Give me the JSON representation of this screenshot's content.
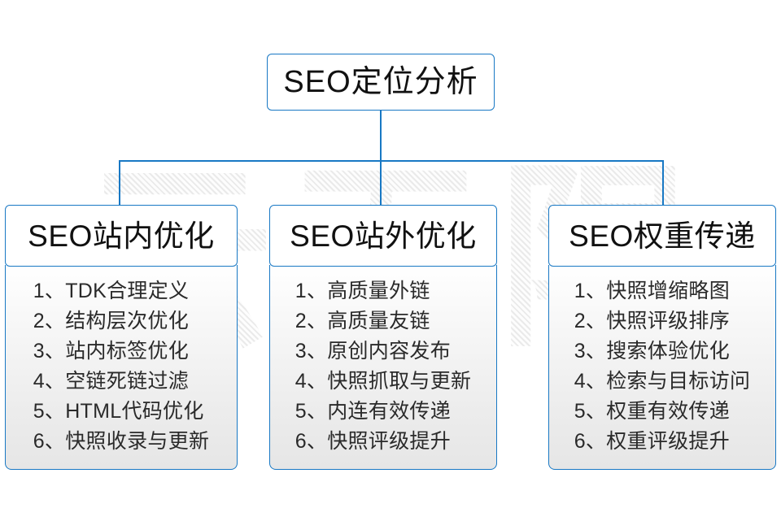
{
  "diagram": {
    "title": "SEO定位分析",
    "watermark": "云无限",
    "accent_color": "#1878c4",
    "text_color": "#111111",
    "body_text_color": "#2a2a2a",
    "root": {
      "label": "SEO定位分析"
    },
    "branches": [
      {
        "id": "seo-onsite",
        "header": "SEO站内优化",
        "items": [
          {
            "num": "1、",
            "text": "TDK合理定义"
          },
          {
            "num": "2、",
            "text": "结构层次优化"
          },
          {
            "num": "3、",
            "text": "站内标签优化"
          },
          {
            "num": "4、",
            "text": "空链死链过滤"
          },
          {
            "num": "5、",
            "text": "HTML代码优化"
          },
          {
            "num": "6、",
            "text": "快照收录与更新"
          }
        ]
      },
      {
        "id": "seo-offsite",
        "header": "SEO站外优化",
        "items": [
          {
            "num": "1、",
            "text": "高质量外链"
          },
          {
            "num": "2、",
            "text": "高质量友链"
          },
          {
            "num": "3、",
            "text": "原创内容发布"
          },
          {
            "num": "4、",
            "text": "快照抓取与更新"
          },
          {
            "num": "5、",
            "text": "内连有效传递"
          },
          {
            "num": "6、",
            "text": "快照评级提升"
          }
        ]
      },
      {
        "id": "seo-weight",
        "header": "SEO权重传递",
        "items": [
          {
            "num": "1、",
            "text": "快照增缩略图"
          },
          {
            "num": "2、",
            "text": "快照评级排序"
          },
          {
            "num": "3、",
            "text": "搜索体验优化"
          },
          {
            "num": "4、",
            "text": "检索与目标访问"
          },
          {
            "num": "5、",
            "text": "权重有效传递"
          },
          {
            "num": "6、",
            "text": "权重评级提升"
          }
        ]
      }
    ]
  }
}
